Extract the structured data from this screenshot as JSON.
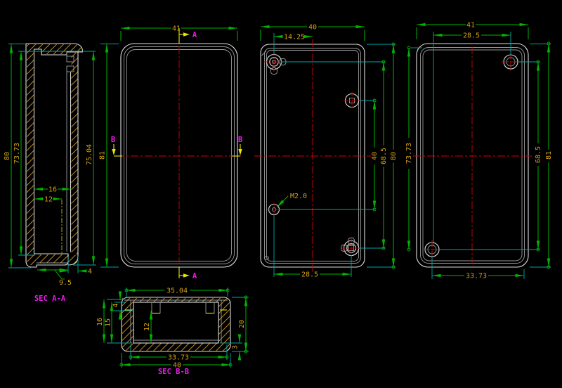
{
  "app": {
    "type": "cad-drawing-viewport",
    "background": "#000000"
  },
  "palette": {
    "outline": "#dcdcdc",
    "dimension_line": "#00b300",
    "extension_line": "#00a6a6",
    "dimension_text": "#d4a017",
    "centerline": "#d40000",
    "hatch": "#bf8a22",
    "section_label": "#eb19eb",
    "section_arrow": "#e6e600"
  },
  "views": {
    "sec_aa": {
      "label": "SEC A-A",
      "dims": {
        "overall_height": "80",
        "inner_height": "73.73",
        "body_height": "75.04",
        "slot_16": "16",
        "slot_12": "12",
        "foot_width": "9.5",
        "lip_width": "4"
      }
    },
    "front": {
      "dims": {
        "width": "41",
        "height": "81"
      },
      "section_a": "A",
      "section_b": "B"
    },
    "base_inner": {
      "dims": {
        "width": "40",
        "hole_offset": "14.25",
        "hole_span_v": "40",
        "boss_span_v": "68.5",
        "height": "80",
        "hole_span_h": "28.5"
      },
      "thread_callout": "M2.0"
    },
    "base_outer": {
      "dims": {
        "width": "41",
        "hole_span_h": "28.5",
        "hole_offset_v": "73.73",
        "hole_span_v": "68.5",
        "height": "81",
        "hole_span_b": "33.73"
      }
    },
    "sec_bb": {
      "label": "SEC B-B",
      "dims": {
        "lid_width": "35.04",
        "lip_height": "4",
        "depth_16": "16",
        "depth_15": "15",
        "cavity_depth": "12",
        "overall_depth": "20",
        "wall_3": "3",
        "inner_width": "33.73",
        "overall_width": "40"
      }
    }
  }
}
